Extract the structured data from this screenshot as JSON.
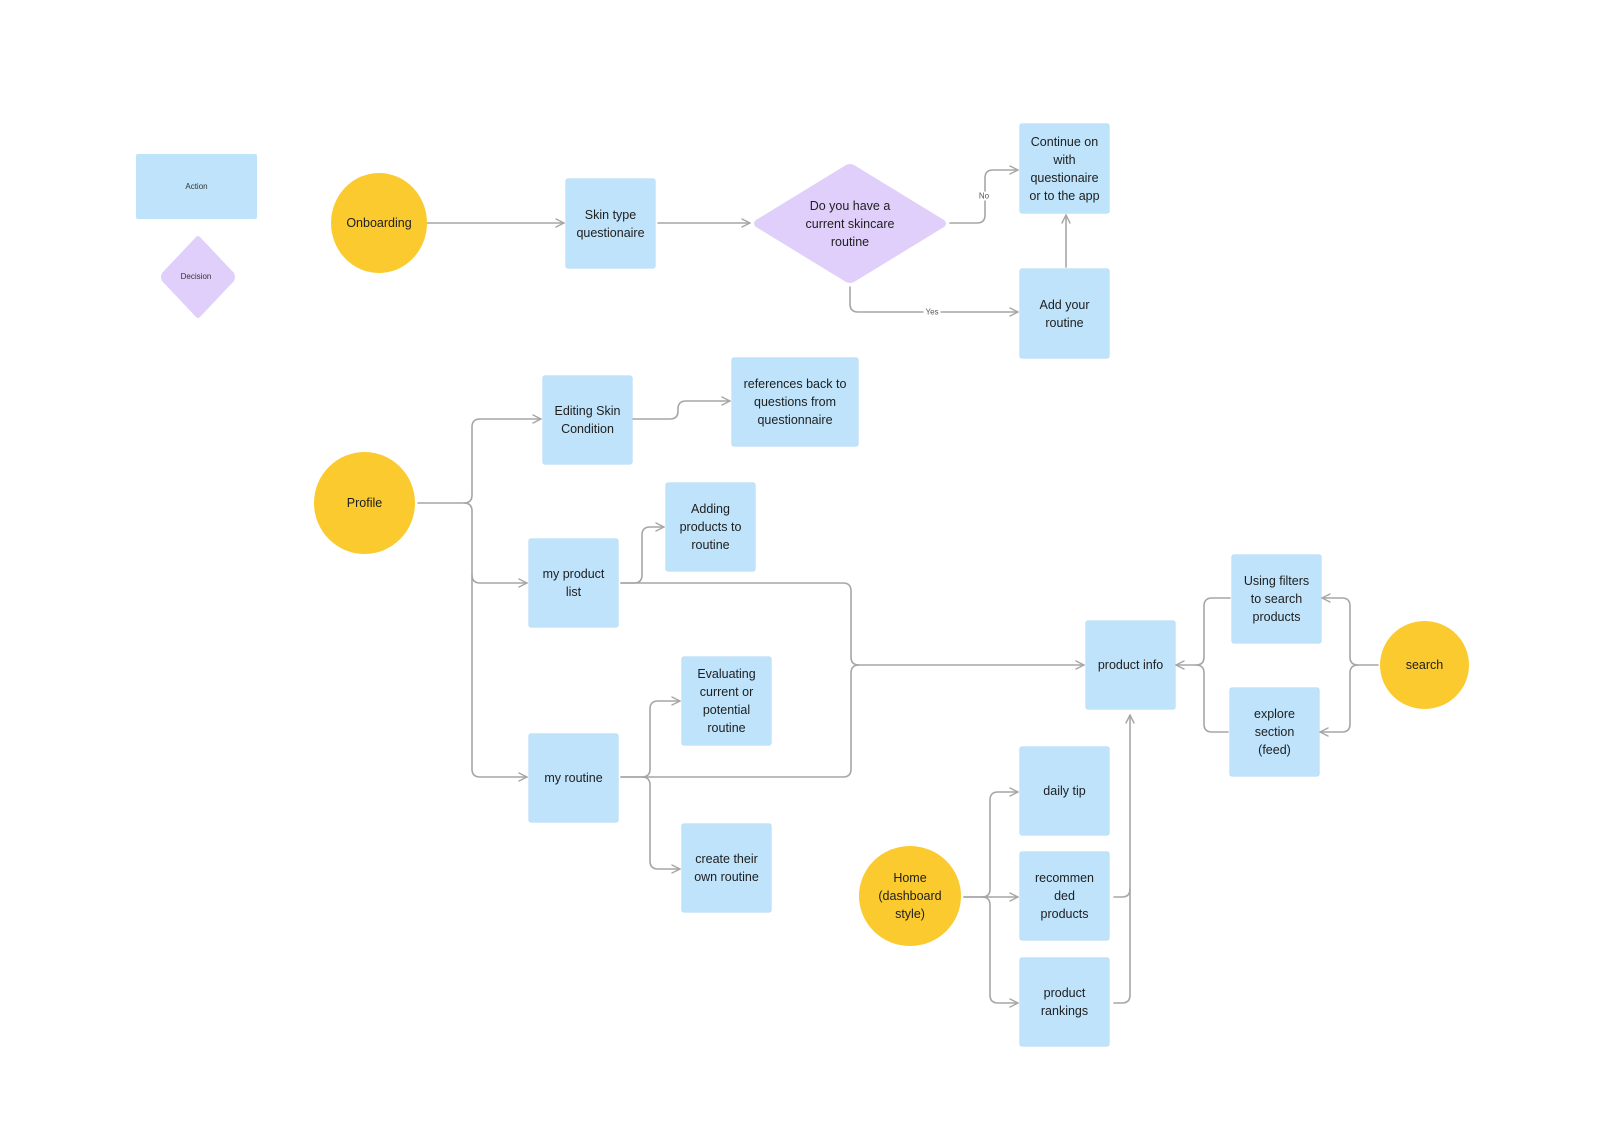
{
  "legend": {
    "action_label": "Action",
    "decision_label": "Decision"
  },
  "colors": {
    "action": "#bee3fb",
    "start": "#fbca2f",
    "decision": "#e1cffb",
    "connector": "#a6a6a6"
  },
  "nodes": {
    "onboarding": "Onboarding",
    "skin_type": "Skin type\nquestionaire",
    "decision_routine": "Do you have a\ncurrent skincare\nroutine",
    "continue": "Continue on\nwith\nquestionaire\nor to the app",
    "add_routine": "Add your\nroutine",
    "profile": "Profile",
    "editing_skin": "Editing Skin\nCondition",
    "references_back": "references back to\nquestions from\nquestionnaire",
    "adding_products": "Adding\nproducts to\nroutine",
    "my_product_list": "my product\nlist",
    "evaluating": "Evaluating\ncurrent or\npotential\nroutine",
    "my_routine": "my  routine",
    "create_routine": "create their\nown routine",
    "product_info": "product info",
    "using_filters": "Using filters\nto search\nproducts",
    "explore": "explore\nsection\n(feed)",
    "search": "search",
    "daily_tip": "daily tip",
    "recommended": "recommen\nded\nproducts",
    "rankings": "product\nrankings",
    "home": "Home\n(dashboard\nstyle)"
  },
  "edge_labels": {
    "no": "No",
    "yes": "Yes"
  }
}
